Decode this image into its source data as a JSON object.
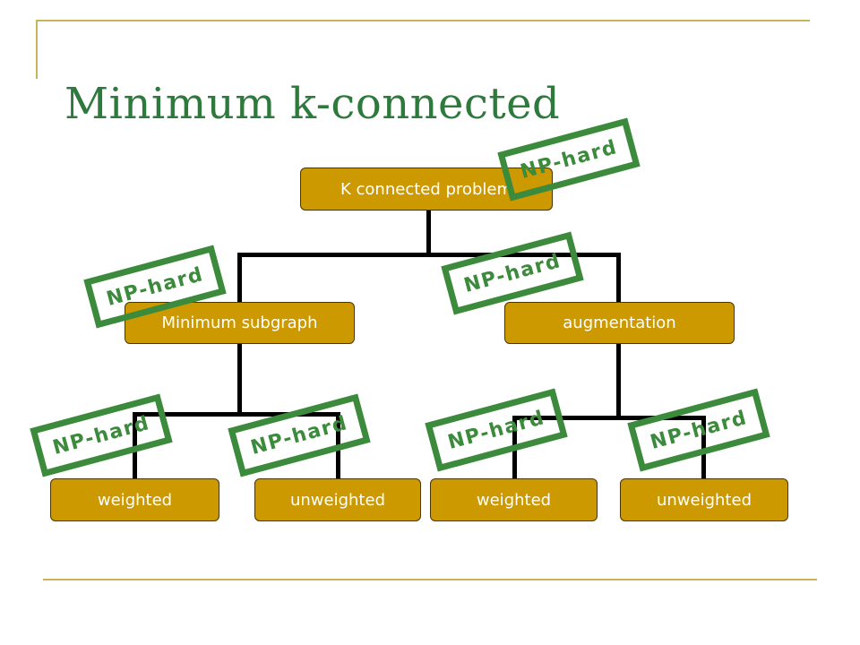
{
  "slide": {
    "title": "Minimum k-connected"
  },
  "tree": {
    "root": "K connected problem",
    "left": "Minimum subgraph",
    "right": "augmentation",
    "leaf_left_weighted": "weighted",
    "leaf_left_unweighted": "unweighted",
    "leaf_right_weighted": "weighted",
    "leaf_right_unweighted": "unweighted"
  },
  "stamp_text": "NP-hard",
  "colors": {
    "title": "#2e7a3c",
    "node_fill": "#cc9900",
    "stamp": "#3c8a3c",
    "frame": "#c9b458"
  }
}
